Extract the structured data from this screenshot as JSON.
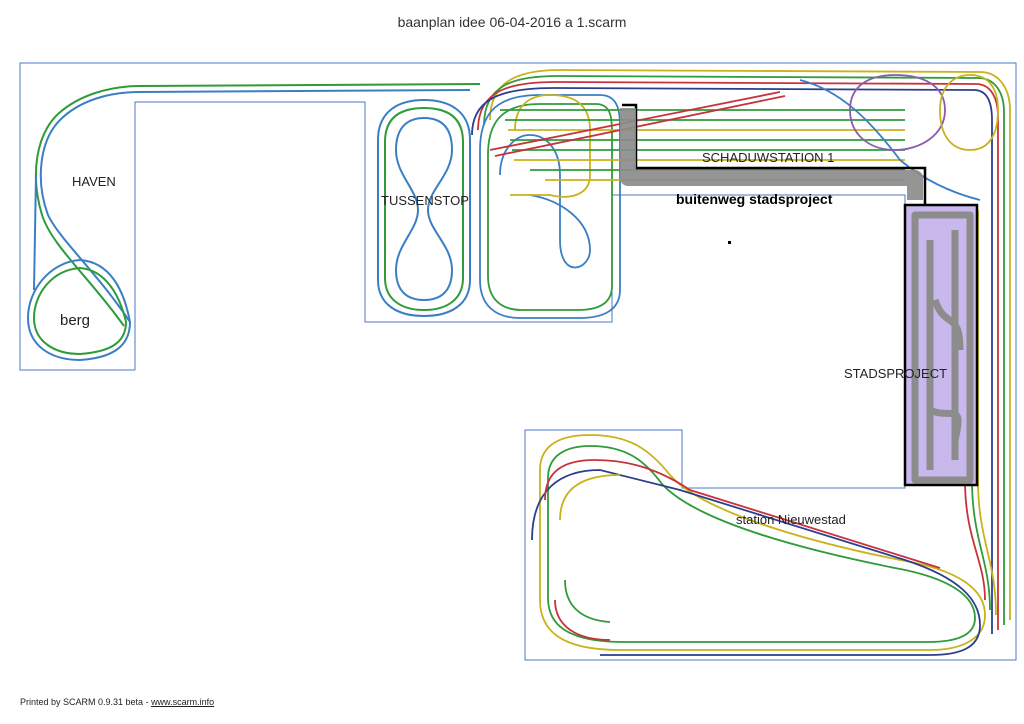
{
  "title": "baanplan  idee 06-04-2016 a 1.scarm",
  "labels": {
    "haven": "HAVEN",
    "berg": "berg",
    "tussenstop": "TUSSENSTOP",
    "schaduwstation": "SCHADUWSTATION 1",
    "buitenweg": "buitenweg stadsproject",
    "stadsproject": "STADSPROJECT",
    "station": "station Nieuwestad"
  },
  "footer": {
    "text": "Printed by SCARM 0.9.31 beta - ",
    "link": "www.scarm.info"
  },
  "colors": {
    "board_outline": "#4a78c8",
    "track_blue": "#3a7fc4",
    "track_green": "#2f9b3a",
    "track_yellow": "#c9b21a",
    "track_red": "#c8323c",
    "track_purple": "#8a5bb0",
    "track_navy": "#2c3f8f",
    "highlight_gray": "#8c8c8c",
    "stadsproject_fill": "#c8b8ec",
    "outline_black": "#000000"
  }
}
